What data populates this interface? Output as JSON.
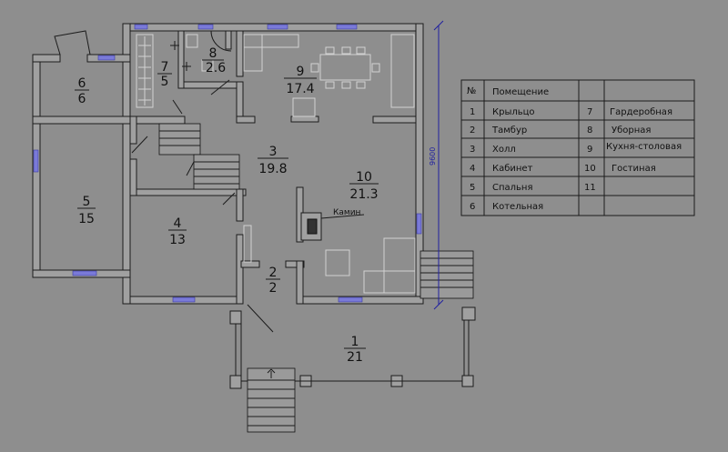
{
  "rooms": [
    {
      "num": "1",
      "area": "21"
    },
    {
      "num": "2",
      "area": "2"
    },
    {
      "num": "3",
      "area": "19.8"
    },
    {
      "num": "4",
      "area": "13"
    },
    {
      "num": "5",
      "area": "15"
    },
    {
      "num": "6",
      "area": "6"
    },
    {
      "num": "7",
      "area": "5"
    },
    {
      "num": "8",
      "area": "2.6"
    },
    {
      "num": "9",
      "area": "17.4"
    },
    {
      "num": "10",
      "area": "21.3"
    }
  ],
  "fireplace_label": "Камин",
  "dimension_label": "9600",
  "table": {
    "header_num": "№",
    "header_room": "Помещение",
    "rows": [
      {
        "num": "1",
        "name": "Крыльцо"
      },
      {
        "num": "2",
        "name": "Тамбур"
      },
      {
        "num": "3",
        "name": "Холл"
      },
      {
        "num": "4",
        "name": "Кабинет"
      },
      {
        "num": "5",
        "name": "Спальня"
      },
      {
        "num": "6",
        "name": "Котельная"
      }
    ],
    "rows2": [
      {
        "num": "7",
        "name": "Гардеробная"
      },
      {
        "num": "8",
        "name": "Уборная"
      },
      {
        "num": "9",
        "name": "Кухня-столовая"
      },
      {
        "num": "10",
        "name": "Гостиная"
      },
      {
        "num": "11",
        "name": ""
      }
    ]
  },
  "colors": {
    "background": "#8e8e8e",
    "wall_fill": "#a0a0a0",
    "window": "#7a7ad8",
    "dimension": "#2020a0"
  }
}
